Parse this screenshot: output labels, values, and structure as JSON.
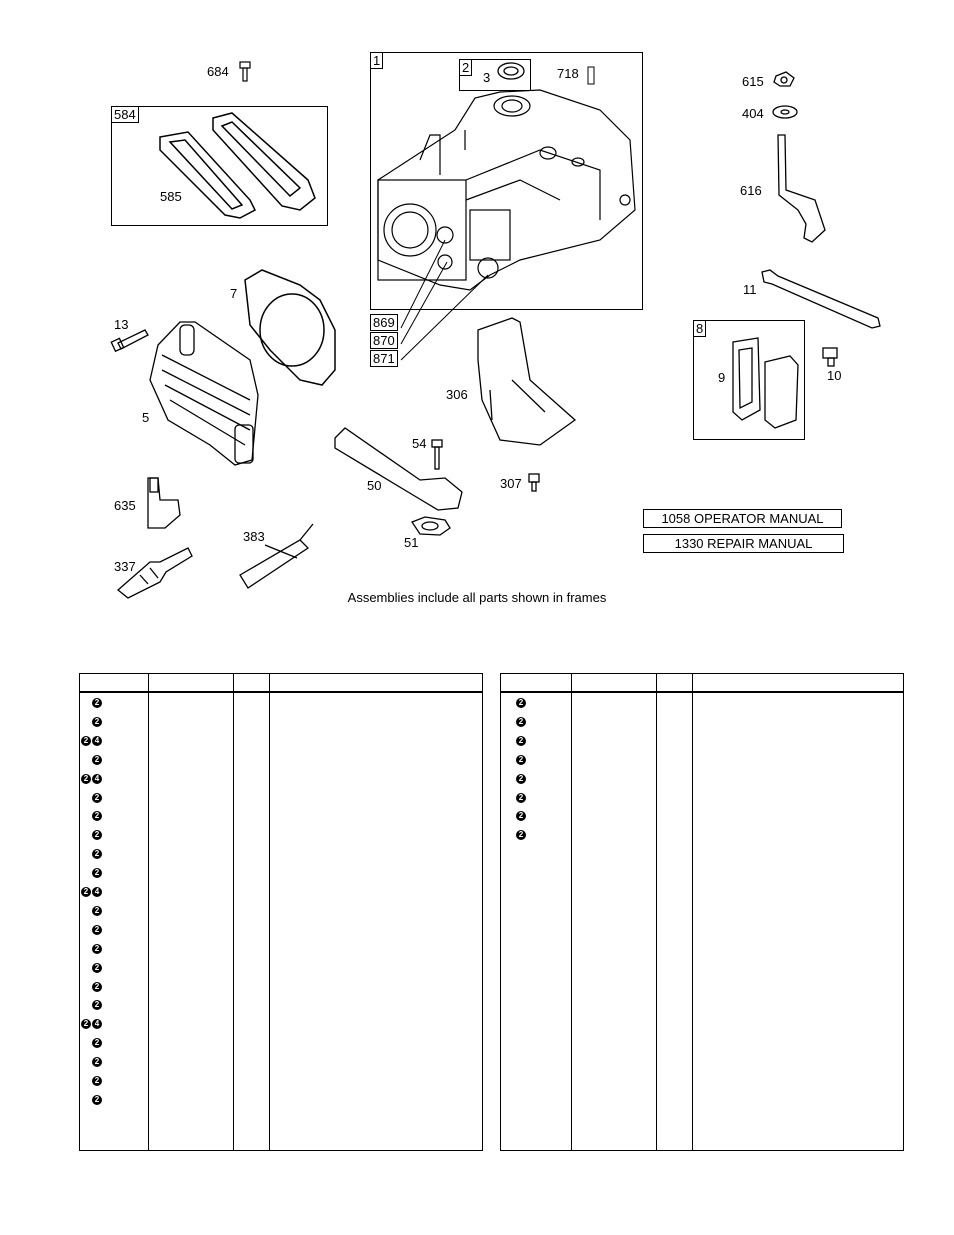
{
  "labels": {
    "p684": "684",
    "p584": "584",
    "p585": "585",
    "p1": "1",
    "p2": "2",
    "p3": "3",
    "p718": "718",
    "p615": "615",
    "p404": "404",
    "p616": "616",
    "p11": "11",
    "p8": "8",
    "p9": "9",
    "p10": "10",
    "p7": "7",
    "p13": "13",
    "p5": "5",
    "p869": "869",
    "p870": "870",
    "p871": "871",
    "p306": "306",
    "p54": "54",
    "p50": "50",
    "p307": "307",
    "p51": "51",
    "p635": "635",
    "p383": "383",
    "p337": "337"
  },
  "manuals": {
    "operator": "1058 OPERATOR MANUAL",
    "repair": "1330 REPAIR MANUAL"
  },
  "caption": "Assemblies include all parts shown in frames",
  "marks": {
    "two": "2",
    "four": "4"
  },
  "left_table_rows": [
    "2",
    "2",
    "24",
    "2",
    "24",
    "2",
    "2",
    "2",
    "2",
    "2",
    "24",
    "2",
    "2",
    "2",
    "2",
    "2",
    "2",
    "24",
    "2",
    "2",
    "2",
    "2"
  ],
  "right_table_rows": [
    "2",
    "2",
    "2",
    "2",
    "2",
    "2",
    "2",
    "2"
  ]
}
